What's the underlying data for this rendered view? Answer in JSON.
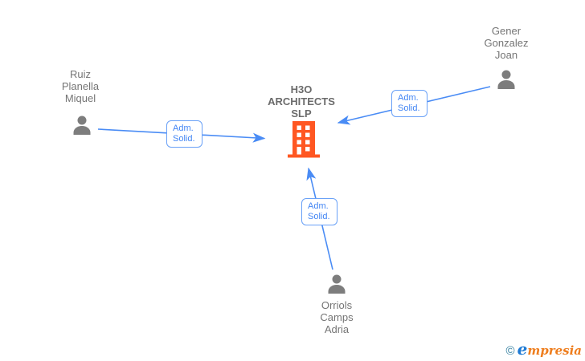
{
  "colors": {
    "arrow_blue": "#4a8cf5",
    "edge_label_text_blue": "#4285f4",
    "edge_label_border_blue": "#6aa1f7",
    "person_gray": "#7d7d7d",
    "name_text_gray": "#757575",
    "company_text_gray": "#6b6b6b",
    "building_orange": "#ff5722",
    "brand_copyright_teal": "#2e7c9e",
    "brand_e_blue": "#1e7ad4",
    "brand_rest_orange": "#ee7d1d"
  },
  "company": {
    "name_lines": [
      "H3O",
      "ARCHITECTS",
      "SLP"
    ]
  },
  "persons": [
    {
      "name_lines": [
        "Ruiz",
        "Planella",
        "Miquel"
      ]
    },
    {
      "name_lines": [
        "Gener",
        "Gonzalez",
        "Joan"
      ]
    },
    {
      "name_lines": [
        "Orriols",
        "Camps",
        "Adria"
      ]
    }
  ],
  "edges": [
    {
      "from": "Ruiz Planella Miquel",
      "to": "H3O ARCHITECTS SLP",
      "label": "Adm. Solid."
    },
    {
      "from": "Gener Gonzalez Joan",
      "to": "H3O ARCHITECTS SLP",
      "label": "Adm. Solid."
    },
    {
      "from": "Orriols Camps Adria",
      "to": "H3O ARCHITECTS SLP",
      "label": "Adm. Solid."
    }
  ],
  "watermark": {
    "copyright_symbol": "©",
    "brand_first_letter": "e",
    "brand_rest": "mpresia"
  }
}
